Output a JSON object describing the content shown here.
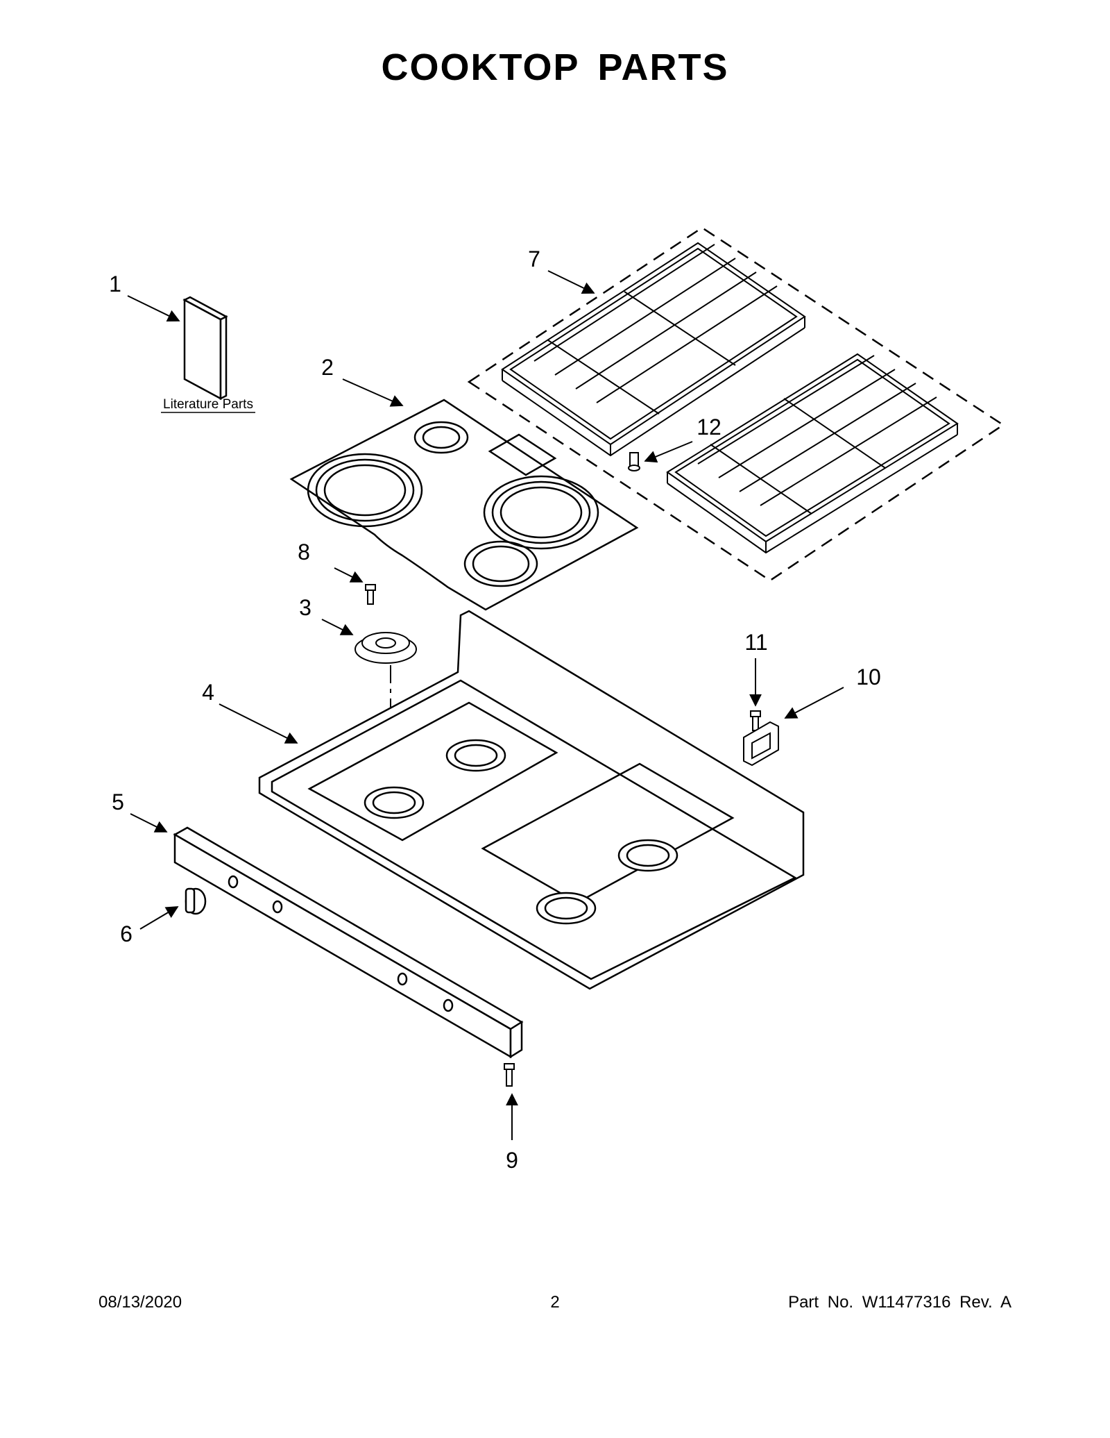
{
  "title": "COOKTOP  PARTS",
  "literature_label": "Literature Parts",
  "callouts": {
    "c1": "1",
    "c2": "2",
    "c3": "3",
    "c4": "4",
    "c5": "5",
    "c6": "6",
    "c7": "7",
    "c8": "8",
    "c9": "9",
    "c10": "10",
    "c11": "11",
    "c12": "12"
  },
  "footer": {
    "date": "08/13/2020",
    "page": "2",
    "part": "Part No.  W11477316  Rev.  A"
  }
}
